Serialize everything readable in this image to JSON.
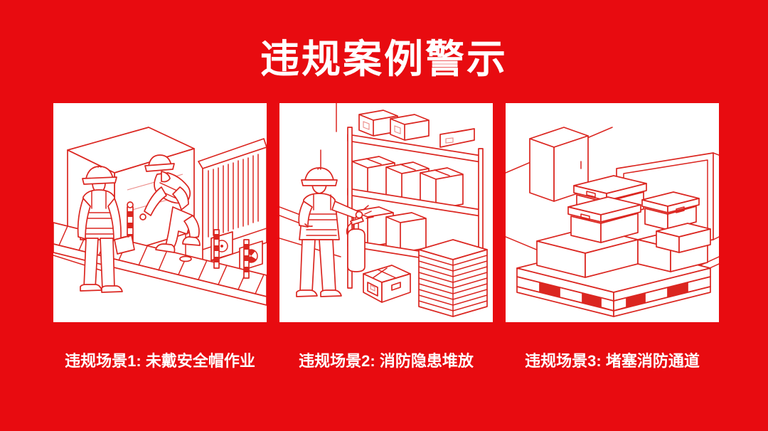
{
  "page": {
    "title": "违规案例警示",
    "colors": {
      "background": "#E80B10",
      "panel": "#FFFFFF",
      "line": "#DB2620",
      "text": "#FFFFFF"
    }
  },
  "panels": [
    {
      "caption": "违规场景1: 未戴安全帽作业",
      "illustration": "workers-on-conveyor-illustration"
    },
    {
      "caption": "违规场景2: 消防隐患堆放",
      "illustration": "shelf-boxes-fire-extinguisher-illustration"
    },
    {
      "caption": "违规场景3: 堵塞消防通道",
      "illustration": "pallet-boxes-blocking-fire-exit-illustration"
    }
  ]
}
